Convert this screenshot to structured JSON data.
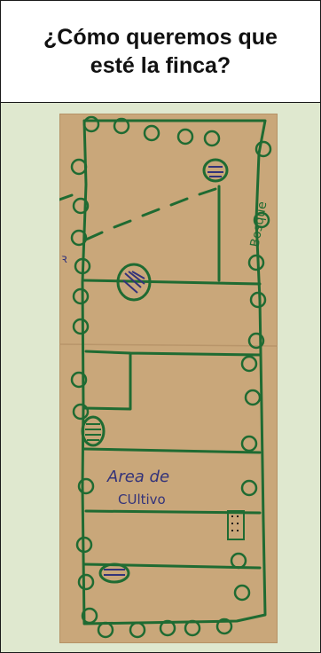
{
  "header": {
    "title": "¿Cómo queremos que esté la finca?"
  },
  "sketch": {
    "labels": {
      "bosque": "Bosque",
      "area_de": "Area de",
      "cultivo": "CUltivo",
      "edge_mark": "ꝛ"
    },
    "colors": {
      "paper": "#c9a77a",
      "ink": "#1f6b32",
      "ink_blue": "#33337a",
      "background": "#dfe8cf"
    }
  }
}
